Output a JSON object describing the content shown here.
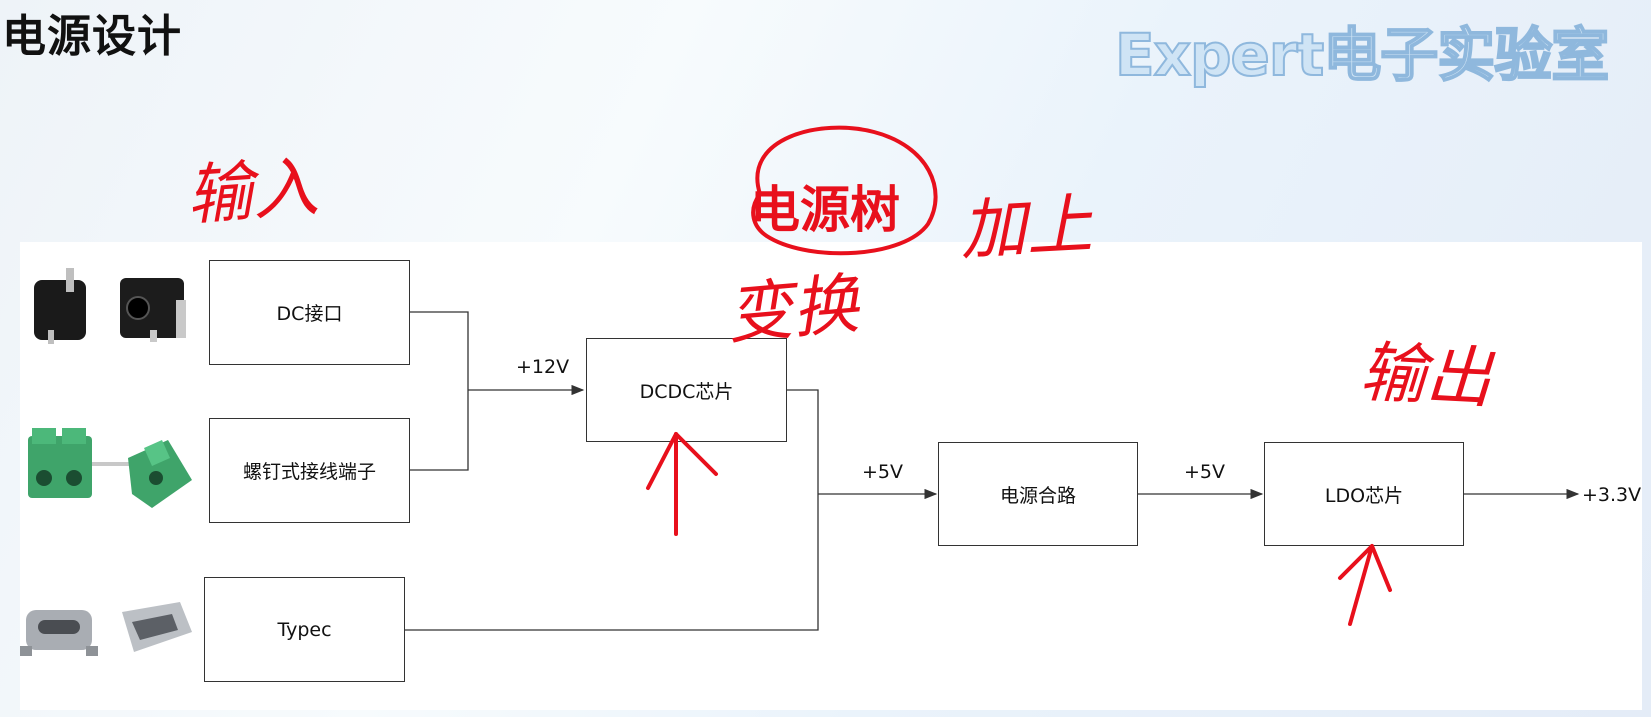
{
  "title": "电源设计",
  "watermark": "Expert电子实验室",
  "blocks": {
    "dc": "DC接口",
    "screw": "螺钉式接线端子",
    "typec": "Typec",
    "dcdc": "DCDC芯片",
    "power_merge": "电源合路",
    "ldo": "LDO芯片"
  },
  "edge_labels": {
    "v12": "+12V",
    "v5_a": "+5V",
    "v5_b": "+5V",
    "v33": "+3.3V"
  },
  "annotations": {
    "input": "输入",
    "power_tree": "电源树",
    "add": "加上",
    "convert": "变换",
    "output": "输出"
  },
  "colors": {
    "annotation": "#e8101c",
    "jack_body": "#1a1a1a",
    "terminal_green": "#3fa46a",
    "usb_metal": "#a9adb3"
  },
  "icons": [
    "dc-jack-icon",
    "screw-terminal-icon",
    "typec-port-icon"
  ]
}
